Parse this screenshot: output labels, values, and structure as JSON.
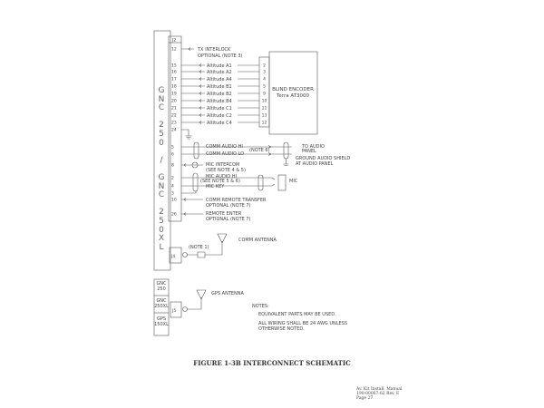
{
  "connector_j2": {
    "label": "J2",
    "unit_label_chars": [
      "G",
      "N",
      "C",
      " ",
      "2",
      "5",
      "0",
      " ",
      "/",
      " ",
      "G",
      "N",
      "C",
      " ",
      "2",
      "5",
      "0",
      "X",
      "L"
    ],
    "tx_interlock": {
      "pin": "12",
      "line1": "TX INTERLOCK",
      "line2": "OPTIONAL (NOTE 3)"
    },
    "altitude_rows": [
      {
        "pin": "15",
        "label": "Altitude A1",
        "enc_pin": "2"
      },
      {
        "pin": "16",
        "label": "Altitude A2",
        "enc_pin": "3"
      },
      {
        "pin": "17",
        "label": "Altitude A4",
        "enc_pin": "4"
      },
      {
        "pin": "18",
        "label": "Altitude B1",
        "enc_pin": "5"
      },
      {
        "pin": "19",
        "label": "Altitude B2",
        "enc_pin": "9"
      },
      {
        "pin": "20",
        "label": "Altitude B4",
        "enc_pin": "10"
      },
      {
        "pin": "21",
        "label": "Altitude C1",
        "enc_pin": "11"
      },
      {
        "pin": "22",
        "label": "Altitude C2",
        "enc_pin": "13"
      },
      {
        "pin": "23",
        "label": "Altitude C4",
        "enc_pin": "12"
      }
    ],
    "ground_pin": "24",
    "comm_audio": {
      "pin_hi": "5",
      "pin_lo": "6",
      "hi": "COMM AUDIO HI",
      "lo": "COMM AUDIO LO",
      "note": "(NOTE 6)",
      "to1": "TO AUDIO",
      "to2": "PANEL",
      "gnd1": "GROUND AUDIO SHIELD",
      "gnd2": "AT AUDIO PANEL"
    },
    "mic_intercom": {
      "pin": "8",
      "line1": "MIC INTERCOM",
      "line2": "(SEE NOTE 4 & 5)"
    },
    "mic": {
      "pin_hi": "2",
      "pin_key": "4",
      "pin_3": "3",
      "hi": "MIC AUDIO HI",
      "note": "(SEE NOTE 5 & 6)",
      "key": "MIC KEY",
      "label": "MIC"
    },
    "remote_transfer": {
      "pin": "10",
      "line1": "COMM REMOTE TRANSFER",
      "line2": "OPTIONAL (NOTE 7)"
    },
    "remote_enter": {
      "pin": "26",
      "line1": "REMOTE ENTER",
      "line2": "OPTIONAL (NOTE 7)"
    }
  },
  "encoder": {
    "line1": "BLIND ENCODER",
    "line2": "Terra AT3000"
  },
  "comm_antenna": {
    "connector": "J4",
    "note": "(NOTE 1)",
    "label": "COMM ANTENNA"
  },
  "gps": {
    "units": [
      "GNC",
      "250",
      "GNC",
      "250XL",
      "GPS",
      "150XL"
    ],
    "connector": "J5",
    "label": "GPS ANTENNA"
  },
  "notes": {
    "title": "NOTES:",
    "items": [
      "EQUIVALENT PARTS MAY BE USED.",
      "ALL WIRING SHALL BE 24 AWG UNLESS",
      "OTHERWISE NOTED."
    ]
  },
  "caption": "FIGURE 1-3B INTERCONNECT SCHEMATIC",
  "footer": [
    "Av. Kit Install. Manual",
    "190-00067-62  Rev.  E",
    "Page 27"
  ]
}
